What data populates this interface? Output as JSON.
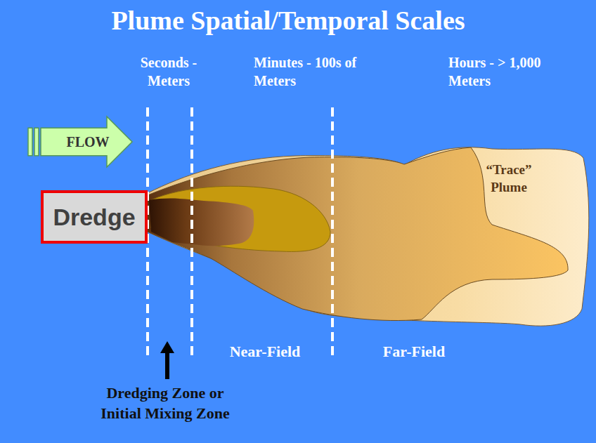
{
  "diagram": {
    "title": "Plume Spatial/Temporal Scales",
    "nodes": [
      {
        "text": [
          "FLOW"
        ]
      },
      {
        "text": [
          "Dredge"
        ]
      }
    ],
    "labels": [
      "Seconds - Meters",
      "Minutes - 100s of Meters",
      "Hours - > 1,000 Meters",
      "“Trace” Plume",
      "Near-Field",
      "Far-Field",
      "Dredging Zone or Initial Mixing Zone"
    ]
  }
}
